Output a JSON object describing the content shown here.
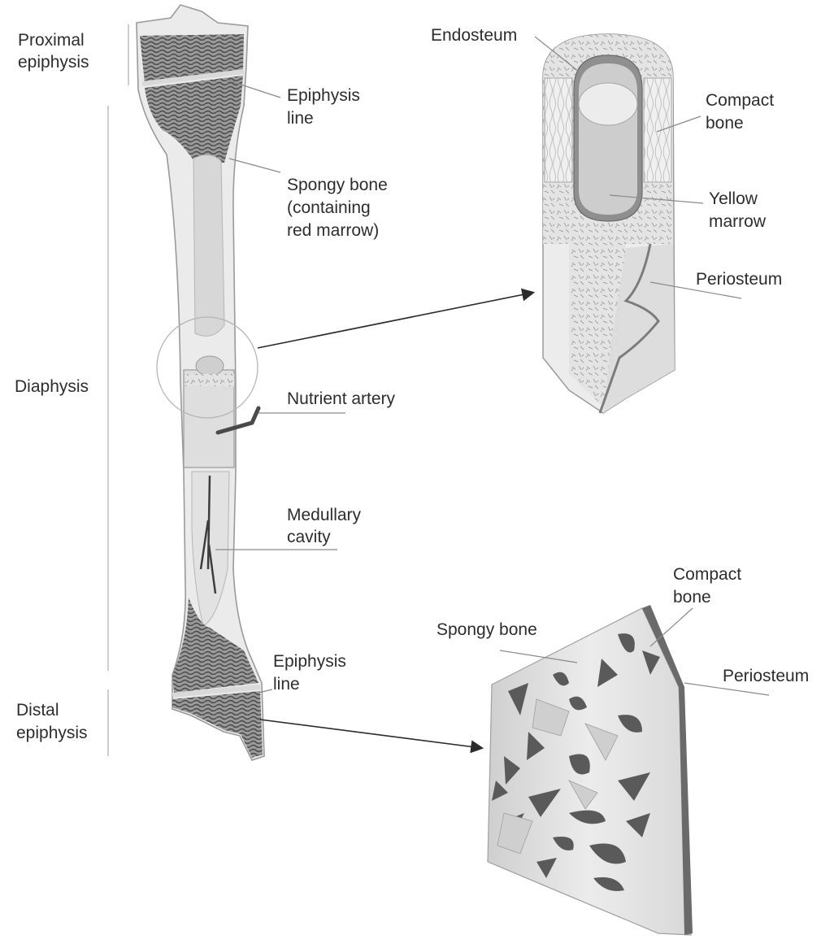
{
  "regions": {
    "proximal_epiphysis": [
      "Proximal",
      "epiphysis"
    ],
    "diaphysis": [
      "Diaphysis"
    ],
    "distal_epiphysis": [
      "Distal",
      "epiphysis"
    ]
  },
  "bone_labels": {
    "epiphysis_line_top": [
      "Epiphysis",
      "line"
    ],
    "spongy_bone_red_marrow": [
      "Spongy bone",
      "(containing",
      "red marrow)"
    ],
    "nutrient_artery": [
      "Nutrient artery"
    ],
    "medullary_cavity": [
      "Medullary",
      "cavity"
    ],
    "epiphysis_line_bottom": [
      "Epiphysis",
      "line"
    ]
  },
  "shaft_detail_labels": {
    "endosteum": [
      "Endosteum"
    ],
    "compact_bone": [
      "Compact",
      "bone"
    ],
    "yellow_marrow": [
      "Yellow",
      "marrow"
    ],
    "periosteum": [
      "Periosteum"
    ]
  },
  "end_detail_labels": {
    "compact_bone": [
      "Compact",
      "bone"
    ],
    "spongy_bone": [
      "Spongy bone"
    ],
    "periosteum": [
      "Periosteum"
    ]
  },
  "colors": {
    "bone_fill": "#e8e8e8",
    "bone_outline": "#9a9a9a",
    "spongy_texture": "#6f6f6f",
    "marrow": "#d0d0d0",
    "cavity_dark": "#8c8c8c",
    "label_text": "#2d2d2d"
  }
}
